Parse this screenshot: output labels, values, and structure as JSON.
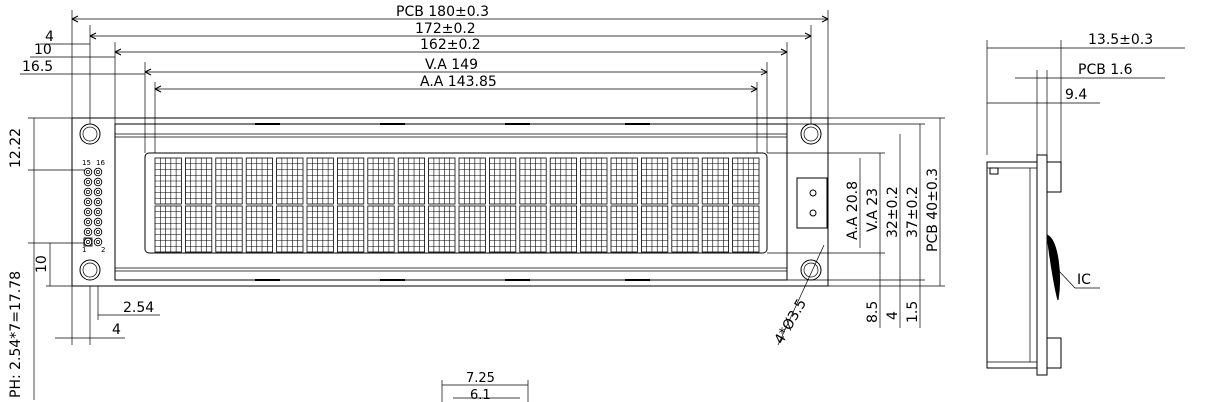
{
  "top_dims": {
    "pcb_width": "PCB 180±0.3",
    "hole_pitch_x": "172±0.2",
    "bezel_width": "162±0.2",
    "va_width": "V.A 149",
    "aa_width": "A.A 143.85",
    "off_4": "4",
    "off_10": "10",
    "off_16_5": "16.5"
  },
  "left_dims": {
    "off_12_22": "12.22",
    "off_10": "10",
    "pin_span": "PH: 2.54*7=17.78"
  },
  "bottom_dims": {
    "pitch": "2.54",
    "off_4": "4",
    "seg_7_25": "7.25",
    "seg_6_1": "6.1"
  },
  "right_dims": {
    "aa_height": "A.A 20.8",
    "va_height": "V.A 23",
    "bezel_height": "32±0.2",
    "hole_pitch_y": "37±0.2",
    "pcb_height": "PCB 40±0.3",
    "holes": "4*Ø3.5",
    "off_8_5": "8.5",
    "off_4": "4",
    "off_1_5": "1.5"
  },
  "connector": {
    "pin15": "15",
    "pin16": "16",
    "pin1": "1",
    "pin2": "2"
  },
  "side_view": {
    "thickness": "13.5±0.3",
    "pcb_thick": "PCB 1.6",
    "depth": "9.4",
    "ic_label": "IC"
  },
  "display": {
    "rows": 2,
    "cols": 20,
    "dot_cols": 5,
    "dot_rows": 8
  }
}
